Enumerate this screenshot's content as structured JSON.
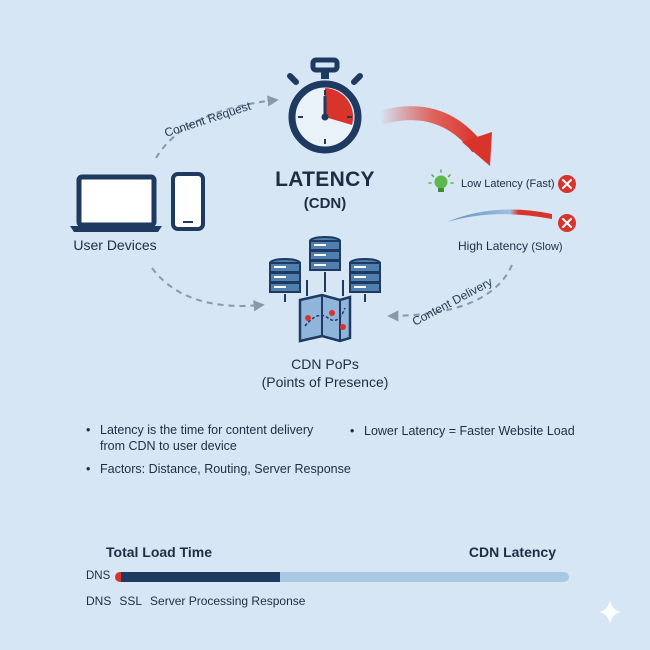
{
  "main": {
    "title": "LATENCY",
    "subtitle": "(CDN)"
  },
  "user_devices": {
    "label": "User Devices"
  },
  "cdn_pops": {
    "label_line1": "CDN PoPs",
    "label_line2": "(Points of Presence)"
  },
  "flows": {
    "request": "Content Request",
    "delivery": "Content Delivery"
  },
  "legend": {
    "low": "Low Latency (Fast)",
    "high": "High Latency",
    "high_qualifier": "(Slow)"
  },
  "bullets": {
    "definition": "Latency is the time for content delivery from CDN to user device",
    "factors": "Factors: Distance, Routing, Server Response",
    "rule": "Lower Latency = Faster Website Load"
  },
  "load_bar": {
    "title": "Total Load Time",
    "right_title": "CDN Latency",
    "dns_label": "DNS",
    "segment_labels": [
      "DNS",
      "SSL",
      "Server Processing Response"
    ],
    "segments": [
      {
        "name": "DNS",
        "fraction": 0.013
      },
      {
        "name": "Server Processing Response",
        "fraction": 0.35
      },
      {
        "name": "CDN Latency",
        "fraction": 0.637
      }
    ]
  },
  "colors": {
    "background": "#d6e6f5",
    "dark": "#1f2d44",
    "navy": "#1e3a60",
    "accent_red": "#d9342b",
    "green": "#5bb84a",
    "light_blue": "#a9c8e2"
  }
}
